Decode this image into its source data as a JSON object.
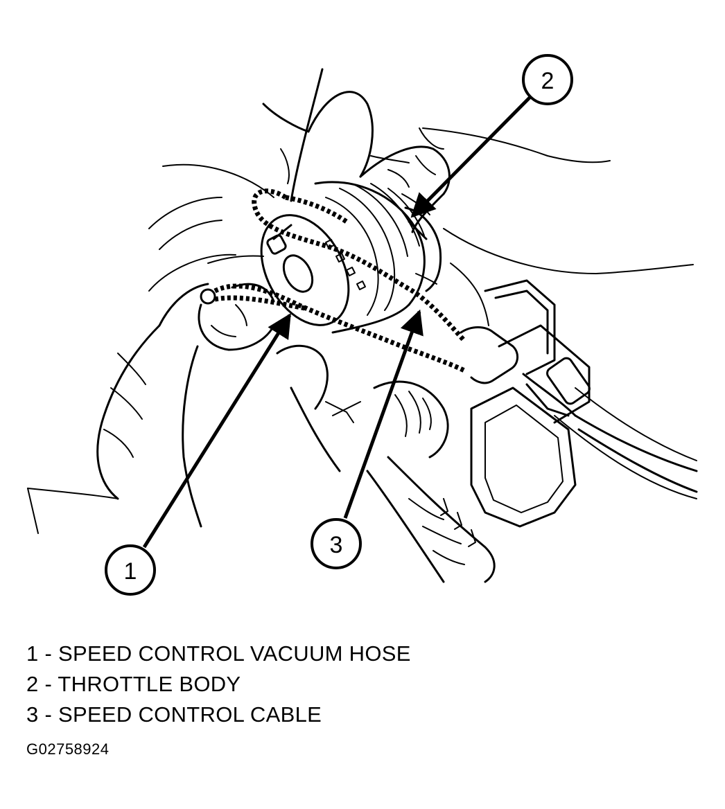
{
  "callouts": [
    {
      "number": "1",
      "label": "SPEED CONTROL VACUUM HOSE"
    },
    {
      "number": "2",
      "label": "THROTTLE BODY"
    },
    {
      "number": "3",
      "label": "SPEED CONTROL CABLE"
    }
  ],
  "legend": [
    "1 - SPEED CONTROL VACUUM HOSE",
    "2 - THROTTLE BODY",
    "3 - SPEED CONTROL CABLE"
  ],
  "figure_code": "G02758924"
}
